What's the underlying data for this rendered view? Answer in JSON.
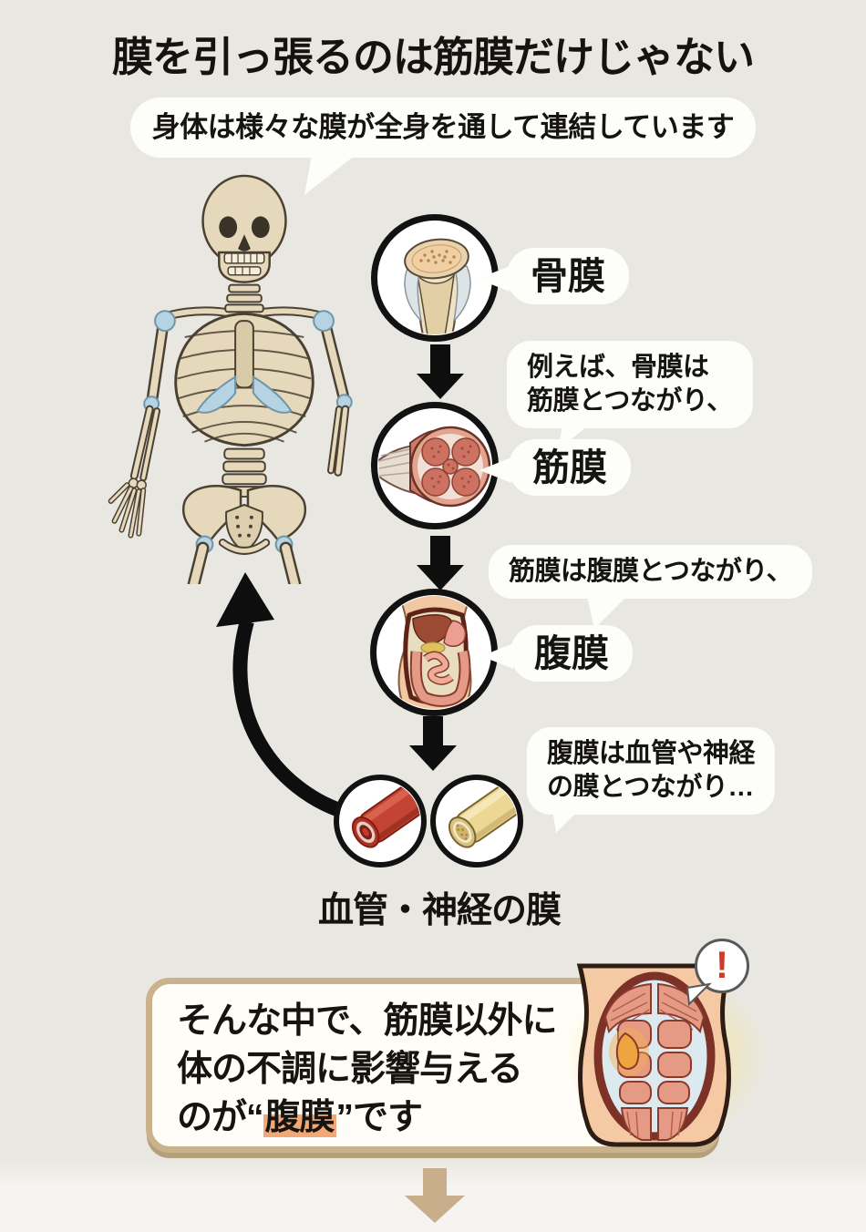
{
  "title": "膜を引っ張るのは筋膜だけじゃない",
  "intro": {
    "text": "身体は様々な膜が全身を通して連結しています"
  },
  "flow": {
    "nodes": [
      {
        "label": "骨膜",
        "icon": "periosteum-bone-icon"
      },
      {
        "label": "筋膜",
        "icon": "fascia-muscle-icon"
      },
      {
        "label": "腹膜",
        "icon": "peritoneum-abdomen-icon"
      },
      {
        "label": "血管・神経の膜",
        "icon": "blood-vessel-and-nerve-icons"
      }
    ],
    "callouts": [
      {
        "line1": "例えば、骨膜は",
        "line2": "筋膜とつながり、"
      },
      {
        "line1": "筋膜は腹膜とつながり、"
      },
      {
        "line1": "腹膜は血管や神経",
        "line2": "の膜とつながり…"
      }
    ]
  },
  "conclusion": {
    "line1": "そんな中で、筋膜以外に",
    "line2": "体の不調に影響与える",
    "line3_prefix": "のが“",
    "line3_highlight": "腹膜",
    "line3_suffix": "”です",
    "exclamation": "!"
  },
  "colors": {
    "background": "#e9e7e1",
    "bubble_white": "#fdfdfa",
    "text_black": "#161410",
    "highlight_orange": "#f1a877",
    "box_border_tan": "#c9b28c",
    "glow_yellow": "#f7e48a",
    "bottom_arrow_tan": "#c8ae8b",
    "alert_red": "#cf3a26",
    "bone_beige": "#e6d9bb",
    "cartilage_blue": "#b5d3e2",
    "muscle_salmon": "#e59a86",
    "vessel_red": "#c44030",
    "nerve_yellow": "#ecd794"
  }
}
